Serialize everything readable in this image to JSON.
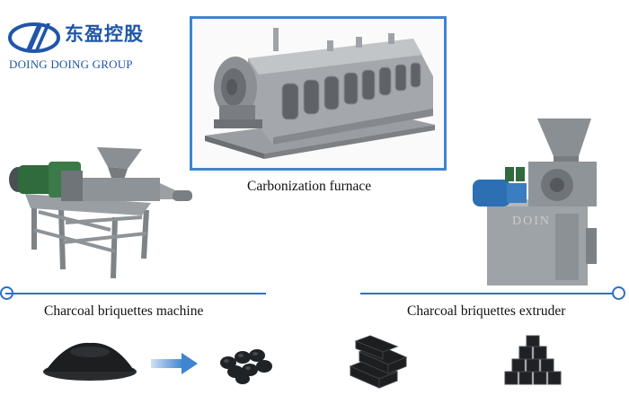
{
  "logo": {
    "chinese": "东盈控股",
    "english": "DOING DOING GROUP",
    "colors": {
      "brand_blue": "#1f56a8"
    }
  },
  "captions": {
    "furnace": "Carbonization furnace",
    "machine": "Charcoal briquettes machine",
    "extruder": "Charcoal briquettes extruder"
  },
  "watermark": "DOIN",
  "icons": {
    "flow_arrow": "arrow-right-icon",
    "line_end": "circle-endpoint-icon"
  },
  "colors": {
    "frame_blue": "#3f84d0",
    "line_blue": "#2e6fc4",
    "machine_gray": "#8e9398",
    "motor_green": "#2f6b3d",
    "motor_blue": "#2c6fb3"
  }
}
